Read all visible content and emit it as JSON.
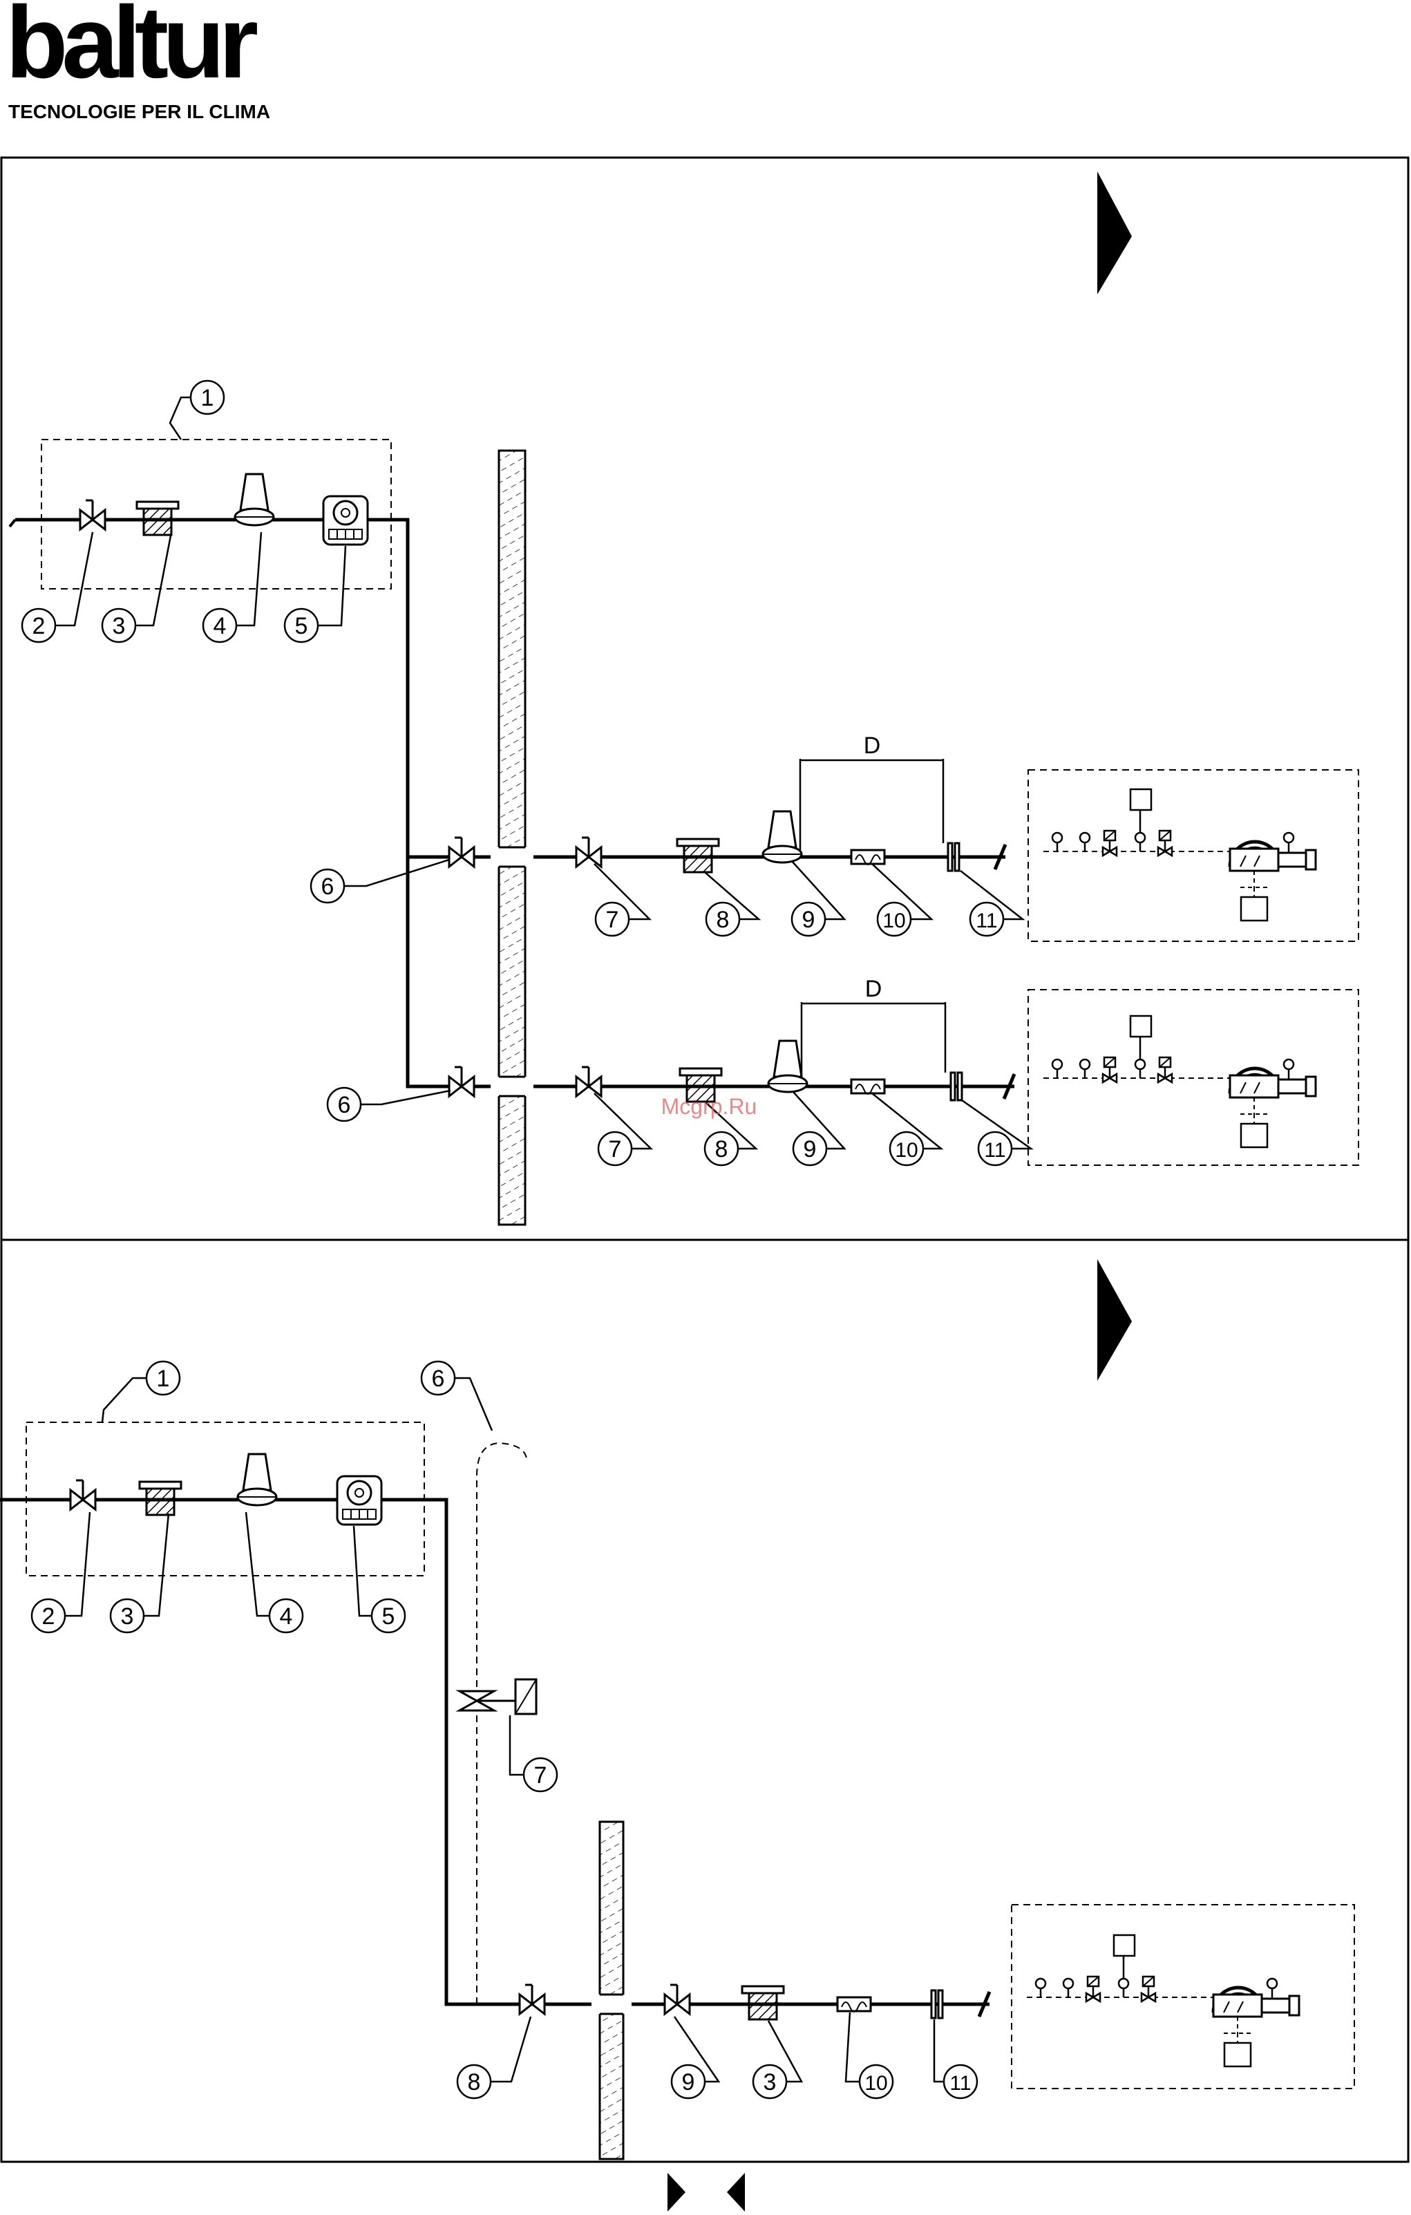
{
  "header": {
    "brand": "baltur",
    "tagline": "TECNOLOGIE PER IL CLIMA"
  },
  "watermark": "Mcgrp.Ru",
  "diagram_top": {
    "dimension_label": "D",
    "callouts": [
      "1",
      "2",
      "3",
      "4",
      "5",
      "6",
      "7",
      "8",
      "9",
      "10",
      "11"
    ]
  },
  "diagram_bottom": {
    "callouts": [
      "1",
      "2",
      "3",
      "4",
      "5",
      "6",
      "7",
      "8",
      "9",
      "3",
      "10",
      "11"
    ]
  }
}
